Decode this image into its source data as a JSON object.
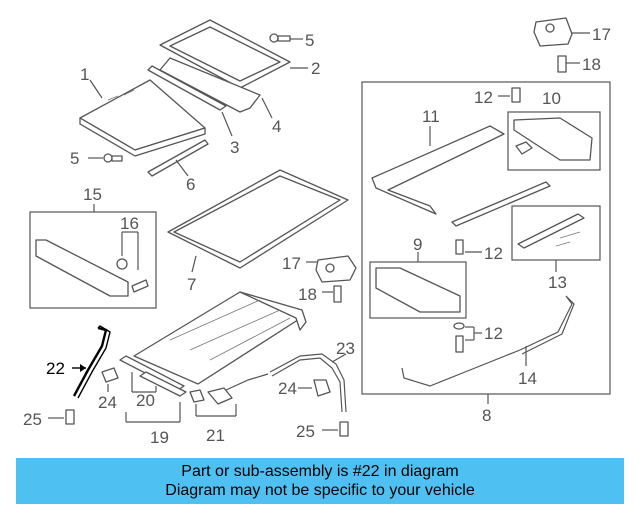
{
  "diagram": {
    "highlight_color": "#000000",
    "line_color": "#555555",
    "labels": {
      "p1": "1",
      "p2": "2",
      "p3": "3",
      "p4": "4",
      "p5a": "5",
      "p5b": "5",
      "p6": "6",
      "p7": "7",
      "p8": "8",
      "p9": "9",
      "p10": "10",
      "p11": "11",
      "p12a": "12",
      "p12b": "12",
      "p12c": "12",
      "p13": "13",
      "p14": "14",
      "p15": "15",
      "p16": "16",
      "p17a": "17",
      "p17b": "17",
      "p18a": "18",
      "p18b": "18",
      "p19": "19",
      "p20": "20",
      "p21": "21",
      "p22": "22",
      "p23": "23",
      "p24a": "24",
      "p24b": "24",
      "p25a": "25",
      "p25b": "25"
    }
  },
  "banner": {
    "line1": "Part or sub-assembly is #22 in diagram",
    "line2": "Diagram may not be specific to your vehicle",
    "background": "#4ec0f2"
  }
}
